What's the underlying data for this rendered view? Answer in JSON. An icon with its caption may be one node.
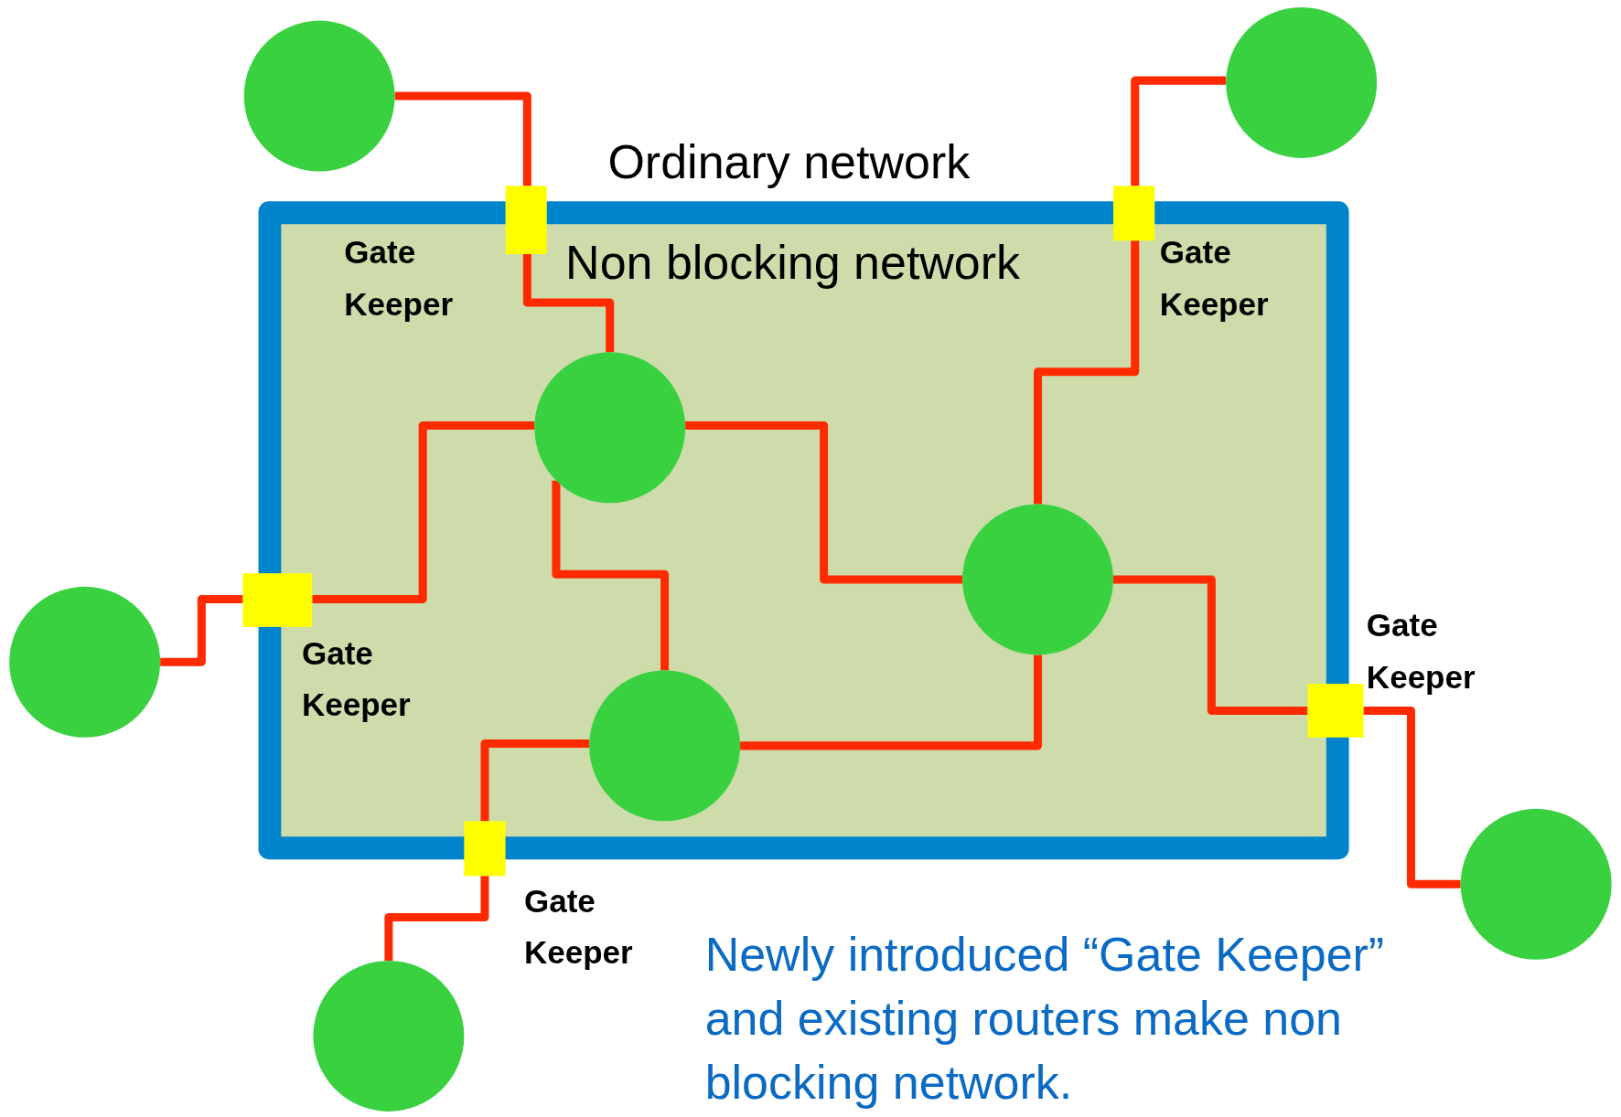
{
  "diagram": {
    "nodes": [
      {
        "text": [
          "Non blocking network"
        ]
      },
      {
        "text": [],
        "shape": "circle"
      },
      {
        "text": [],
        "shape": "circle"
      },
      {
        "text": [],
        "shape": "box",
        "beside": [
          "Gate Keeper"
        ]
      },
      {
        "text": [],
        "shape": "box",
        "beside": [
          "Gate Keeper"
        ]
      },
      {
        "text": [],
        "shape": "circle",
        "in": 0
      },
      {
        "text": [],
        "shape": "circle"
      },
      {
        "text": [],
        "shape": "box",
        "beside": [
          "Gate Keeper"
        ]
      },
      {
        "text": [],
        "shape": "circle",
        "in": 0
      },
      {
        "text": [],
        "shape": "box",
        "beside": [
          "Gate Keeper"
        ]
      },
      {
        "text": [],
        "shape": "circle",
        "in": 0
      },
      {
        "text": [],
        "shape": "box",
        "beside": [
          "Gate Keeper"
        ]
      },
      {
        "text": [],
        "shape": "circle"
      },
      {
        "text": [],
        "shape": "circle"
      }
    ],
    "edges": [
      {
        "from": 1,
        "to": 3,
        "arrow": "none"
      },
      {
        "from": 3,
        "to": 5,
        "arrow": "none"
      },
      {
        "from": 2,
        "to": 4,
        "arrow": "none"
      },
      {
        "from": 4,
        "to": 8,
        "arrow": "none"
      },
      {
        "from": 6,
        "to": 7,
        "arrow": "none"
      },
      {
        "from": 7,
        "to": 5,
        "arrow": "none"
      },
      {
        "from": 5,
        "to": 8,
        "arrow": "none"
      },
      {
        "from": 5,
        "to": 10,
        "arrow": "none"
      },
      {
        "from": 8,
        "to": 9,
        "arrow": "none"
      },
      {
        "from": 9,
        "to": 12,
        "arrow": "none"
      },
      {
        "from": 10,
        "to": 8,
        "arrow": "none"
      },
      {
        "from": 10,
        "to": 11,
        "arrow": "none"
      },
      {
        "from": 11,
        "to": 13,
        "arrow": "none"
      }
    ],
    "labels": [
      "Ordinary network",
      "Newly introduced “Gate Keeper” and existing routers make non blocking network."
    ]
  }
}
